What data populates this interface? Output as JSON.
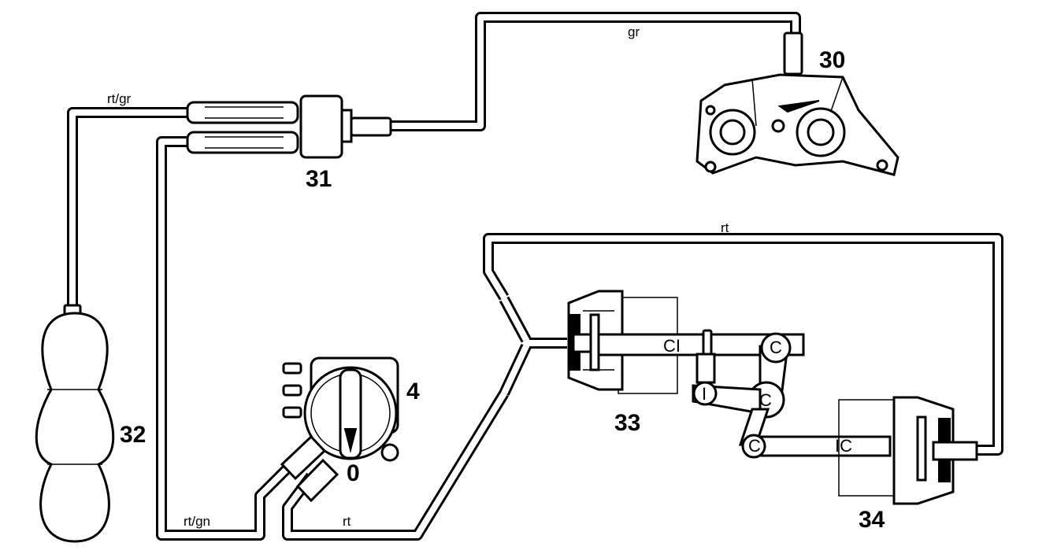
{
  "hose_labels": {
    "gr": "gr",
    "rt_gr": "rt/gr",
    "rt_top": "rt",
    "rt_gn": "rt/gn",
    "rt_bottom": "rt"
  },
  "part_numbers": {
    "p30": "30",
    "p31": "31",
    "p32": "32",
    "p4": "4",
    "p0": "0",
    "p33": "33",
    "p34": "34"
  },
  "linkage_marks": {
    "a": "CI",
    "b": "C",
    "c": "I",
    "d": "C",
    "e": "C",
    "f": "IC"
  },
  "colors": {
    "line": "#000000",
    "background": "#ffffff"
  }
}
